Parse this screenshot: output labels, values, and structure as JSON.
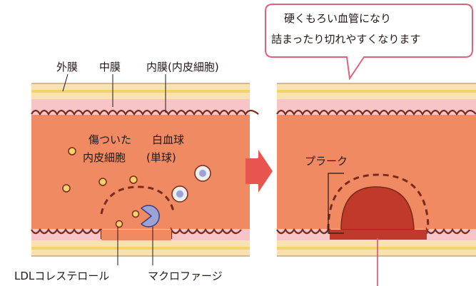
{
  "layer_labels": {
    "adventitia": "外膜",
    "media": "中膜",
    "intima": "内膜(内皮細胞)"
  },
  "callout": {
    "line1": "硬くもろい血管になり",
    "line2": "詰まったり切れやすくなります"
  },
  "annotations": {
    "damaged_endothelium_line1": "傷ついた",
    "damaged_endothelium_line2": "内皮細胞",
    "white_blood_cell_line1": "白血球",
    "white_blood_cell_line2": "(単球)",
    "plaque": "プラーク",
    "ldl_cholesterol": "LDLコレステロール",
    "macrophage": "マクロファージ"
  },
  "colors": {
    "outer_wall": "#f7e2b0",
    "yellow_line": "#f3d36a",
    "lumen": "#f08a63",
    "pink_layer": "#f7c4c8",
    "dark_stroke": "#7a2a1a",
    "plaque_core": "#c0392b",
    "macrophage": "#9ba3d6",
    "arrow": "#e8554f",
    "callout_border": "#e0607a",
    "ldl_particle": "#f3d36a"
  }
}
